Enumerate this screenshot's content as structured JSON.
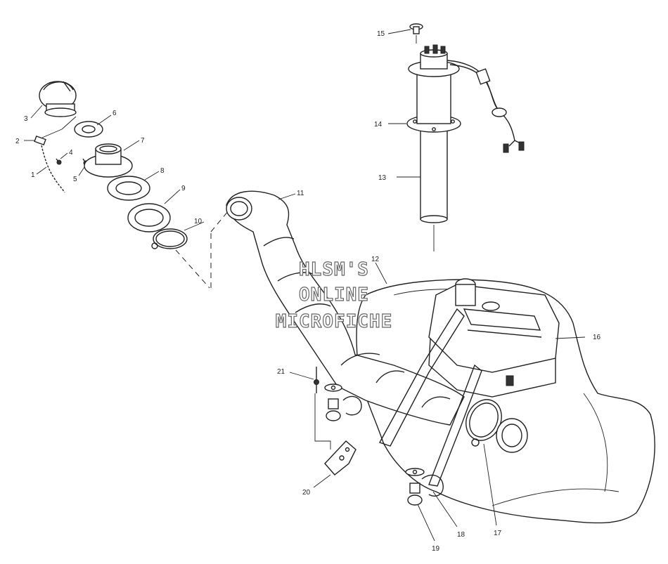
{
  "watermark": {
    "lines": [
      "HLSM'S",
      "ONLINE",
      "MICROFICHE"
    ]
  },
  "callouts": {
    "c1": "1",
    "c2": "2",
    "c3": "3",
    "c4": "4",
    "c5": "5",
    "c6": "6",
    "c7": "7",
    "c8": "8",
    "c9": "9",
    "c10": "10",
    "c11": "11",
    "c12": "12",
    "c13": "13",
    "c14": "14",
    "c15": "15",
    "c16": "16",
    "c17": "17",
    "c18": "18",
    "c19": "19",
    "c20": "20",
    "c21": "21"
  }
}
